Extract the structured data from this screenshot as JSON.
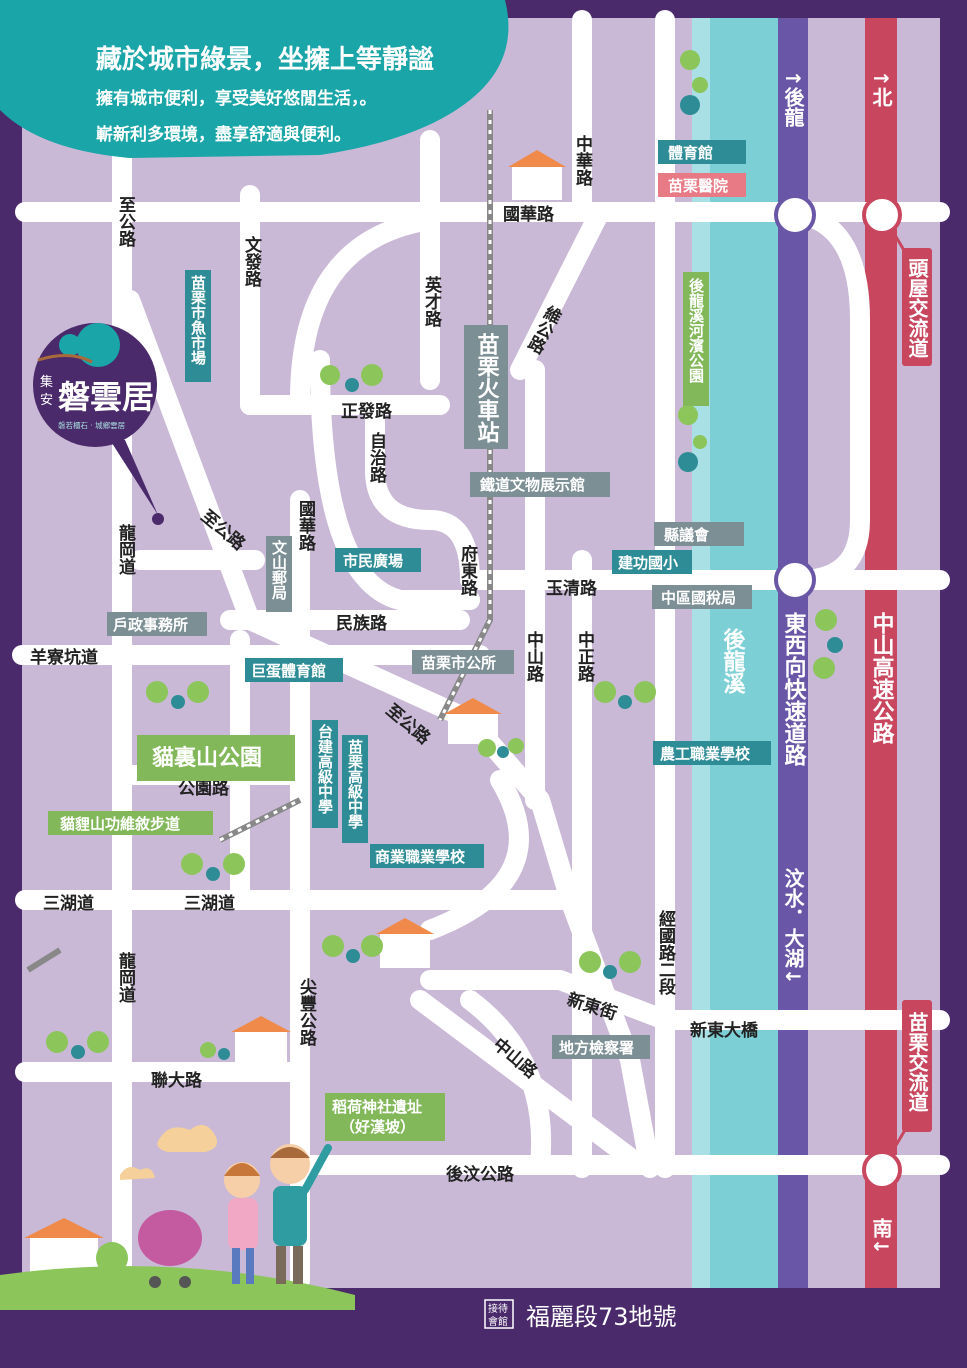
{
  "banner": {
    "headline": "藏於城市綠景，坐擁上等靜謐",
    "line1": "擁有城市便利，享受美好悠閒生活，。",
    "line2": "嶄新利多環境，盡享舒適與便利。"
  },
  "brand": {
    "prefix_top": "集",
    "prefix_bottom": "安",
    "name": "磐雲居",
    "tagline": "磐若櫃石 · 城鄉雲居"
  },
  "footer": {
    "badge_top": "接待",
    "badge_bottom": "會館",
    "address": "福麗段73地號"
  },
  "highways": {
    "expressway_top": "↑後龍",
    "expressway_name": "東西向快速道路",
    "expressway_bottom": "汶水．大湖↓",
    "freeway_top": "↑北",
    "freeway_name": "中山高速公路",
    "freeway_bottom": "南↓",
    "interchange_north": "頭屋交流道",
    "interchange_south": "苗栗交流道"
  },
  "roads": {
    "zhonghua": "中華路",
    "guohua": "國華路",
    "zhigong_top": "至公路",
    "wenfa": "文發路",
    "yingcai": "英才路",
    "weigong": "維公路",
    "zhengfa": "正發路",
    "zizhi": "自治路",
    "guohua2": "國華路",
    "fudong": "府東路",
    "yuqing": "玉清路",
    "minzu": "民族路",
    "zhigong_mid": "至公路",
    "zhigong_low": "至公路",
    "longgang_top": "龍岡道",
    "longgang_bottom": "龍岡道",
    "yangliaokeng": "羊寮坑道",
    "zhongshan": "中山路",
    "zhongzheng": "中正路",
    "gongyuan": "公園路",
    "sanhu_left": "三湖道",
    "sanhu_right": "三湖道",
    "jianfeng": "尖豐公路",
    "jingguo": "經國路二段",
    "xindong_st": "新東街",
    "xindong_bridge": "新東大橋",
    "zhongshan_low": "中山路",
    "lianda": "聯大路",
    "houwen": "後汶公路"
  },
  "places": {
    "tiyuguan": "體育館",
    "hospital": "苗栗醫院",
    "fish_market": "苗栗市魚市場",
    "station": "苗栗火車站",
    "riverside_park": "後龍溪河濱公園",
    "railway_museum": "鐵道文物展示館",
    "county_council": "縣議會",
    "jiangong_school": "建功國小",
    "civic_plaza": "市民廣場",
    "wenshan_post": "文山郵局",
    "household_office": "戶政事務所",
    "tax_bureau": "中區國稅局",
    "city_office": "苗栗市公所",
    "giant_egg": "巨蛋體育館",
    "river": "後龍溪",
    "maolishan_park": "貓裏山公園",
    "taijian_school": "台建高級中學",
    "miaoli_school": "苗栗高級中學",
    "nonggong_school": "農工職業學校",
    "trail": "貓貍山功維敘步道",
    "commerce_school": "商業職業學校",
    "prosecutor": "地方檢察署",
    "shrine_line1": "稻荷神社遺址",
    "shrine_line2": "（好漢坡）"
  },
  "colors": {
    "map_bg": "#c9b9d6",
    "frame": "#4a2a6b",
    "banner": "#1aa5a8",
    "river": "#7dcfd6",
    "expressway": "#6a56a6",
    "freeway": "#c8475f",
    "label_teal": "#2e8c96",
    "label_green": "#83b85a",
    "label_gray": "#7c8f94"
  }
}
